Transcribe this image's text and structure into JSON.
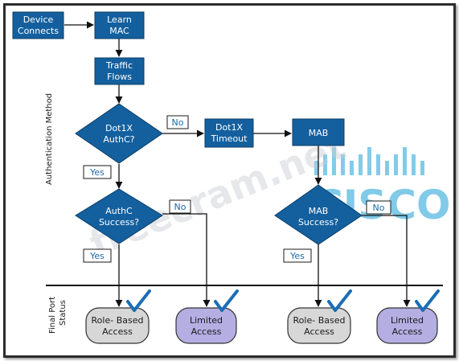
{
  "axis_labels": {
    "auth_method": "Authentication Method",
    "final_port_status_1": "Final Port",
    "final_port_status_2": "Status"
  },
  "nodes": {
    "device_connects": [
      "Device",
      "Connects"
    ],
    "learn_mac": [
      "Learn",
      "MAC"
    ],
    "traffic_flows": [
      "Traffic",
      "Flows"
    ],
    "dot1x_authc": [
      "Dot1X",
      "AuthC?"
    ],
    "dot1x_timeout": [
      "Dot1X",
      "Timeout"
    ],
    "mab": [
      "MAB"
    ],
    "authc_success": [
      "AuthC",
      "Success?"
    ],
    "mab_success": [
      "MAB",
      "Success?"
    ],
    "role_based_1": [
      "Role- Based",
      "Access"
    ],
    "limited_1": [
      "Limited",
      "Access"
    ],
    "role_based_2": [
      "Role- Based",
      "Access"
    ],
    "limited_2": [
      "Limited",
      "Access"
    ]
  },
  "edge_labels": {
    "dot1x_no": "No",
    "dot1x_yes": "Yes",
    "authc_no": "No",
    "authc_yes": "Yes",
    "mab_no": "No",
    "mab_yes": "Yes"
  },
  "watermarks": {
    "site": "freecram.net",
    "brand": "CISCO"
  },
  "colors": {
    "node_blue": "#14609e",
    "role_access_fill": "#d7d7d7",
    "limited_access_fill": "#b5aee3",
    "check_blue": "#1b6db4"
  }
}
